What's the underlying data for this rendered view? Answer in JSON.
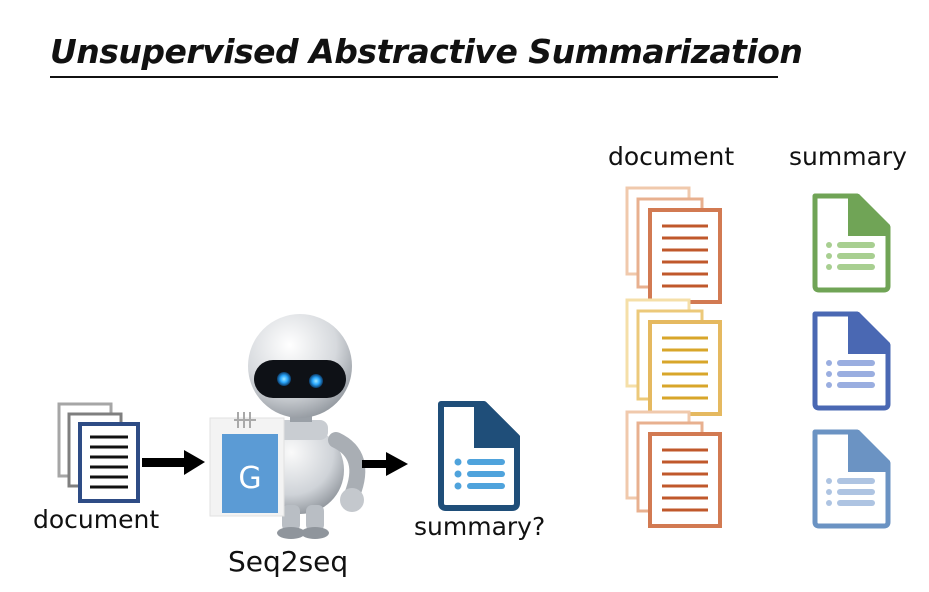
{
  "title": "Unsupervised Abstractive Summarization",
  "left": {
    "input_label": "document",
    "model_label": "Seq2seq",
    "generator_letter": "G",
    "output_label": "summary?"
  },
  "right": {
    "document_header": "document",
    "summary_header": "summary"
  },
  "colors": {
    "doc_blue": "#2e4c85",
    "summary_dark": "#1f4e79",
    "summary_lines": "#4fa3dc",
    "generator": "#5b9bd5",
    "orange": "#c0582b",
    "gold": "#d8a62a",
    "green": "#70a456",
    "indigo": "#4a68b3",
    "steel": "#6b93c3"
  }
}
